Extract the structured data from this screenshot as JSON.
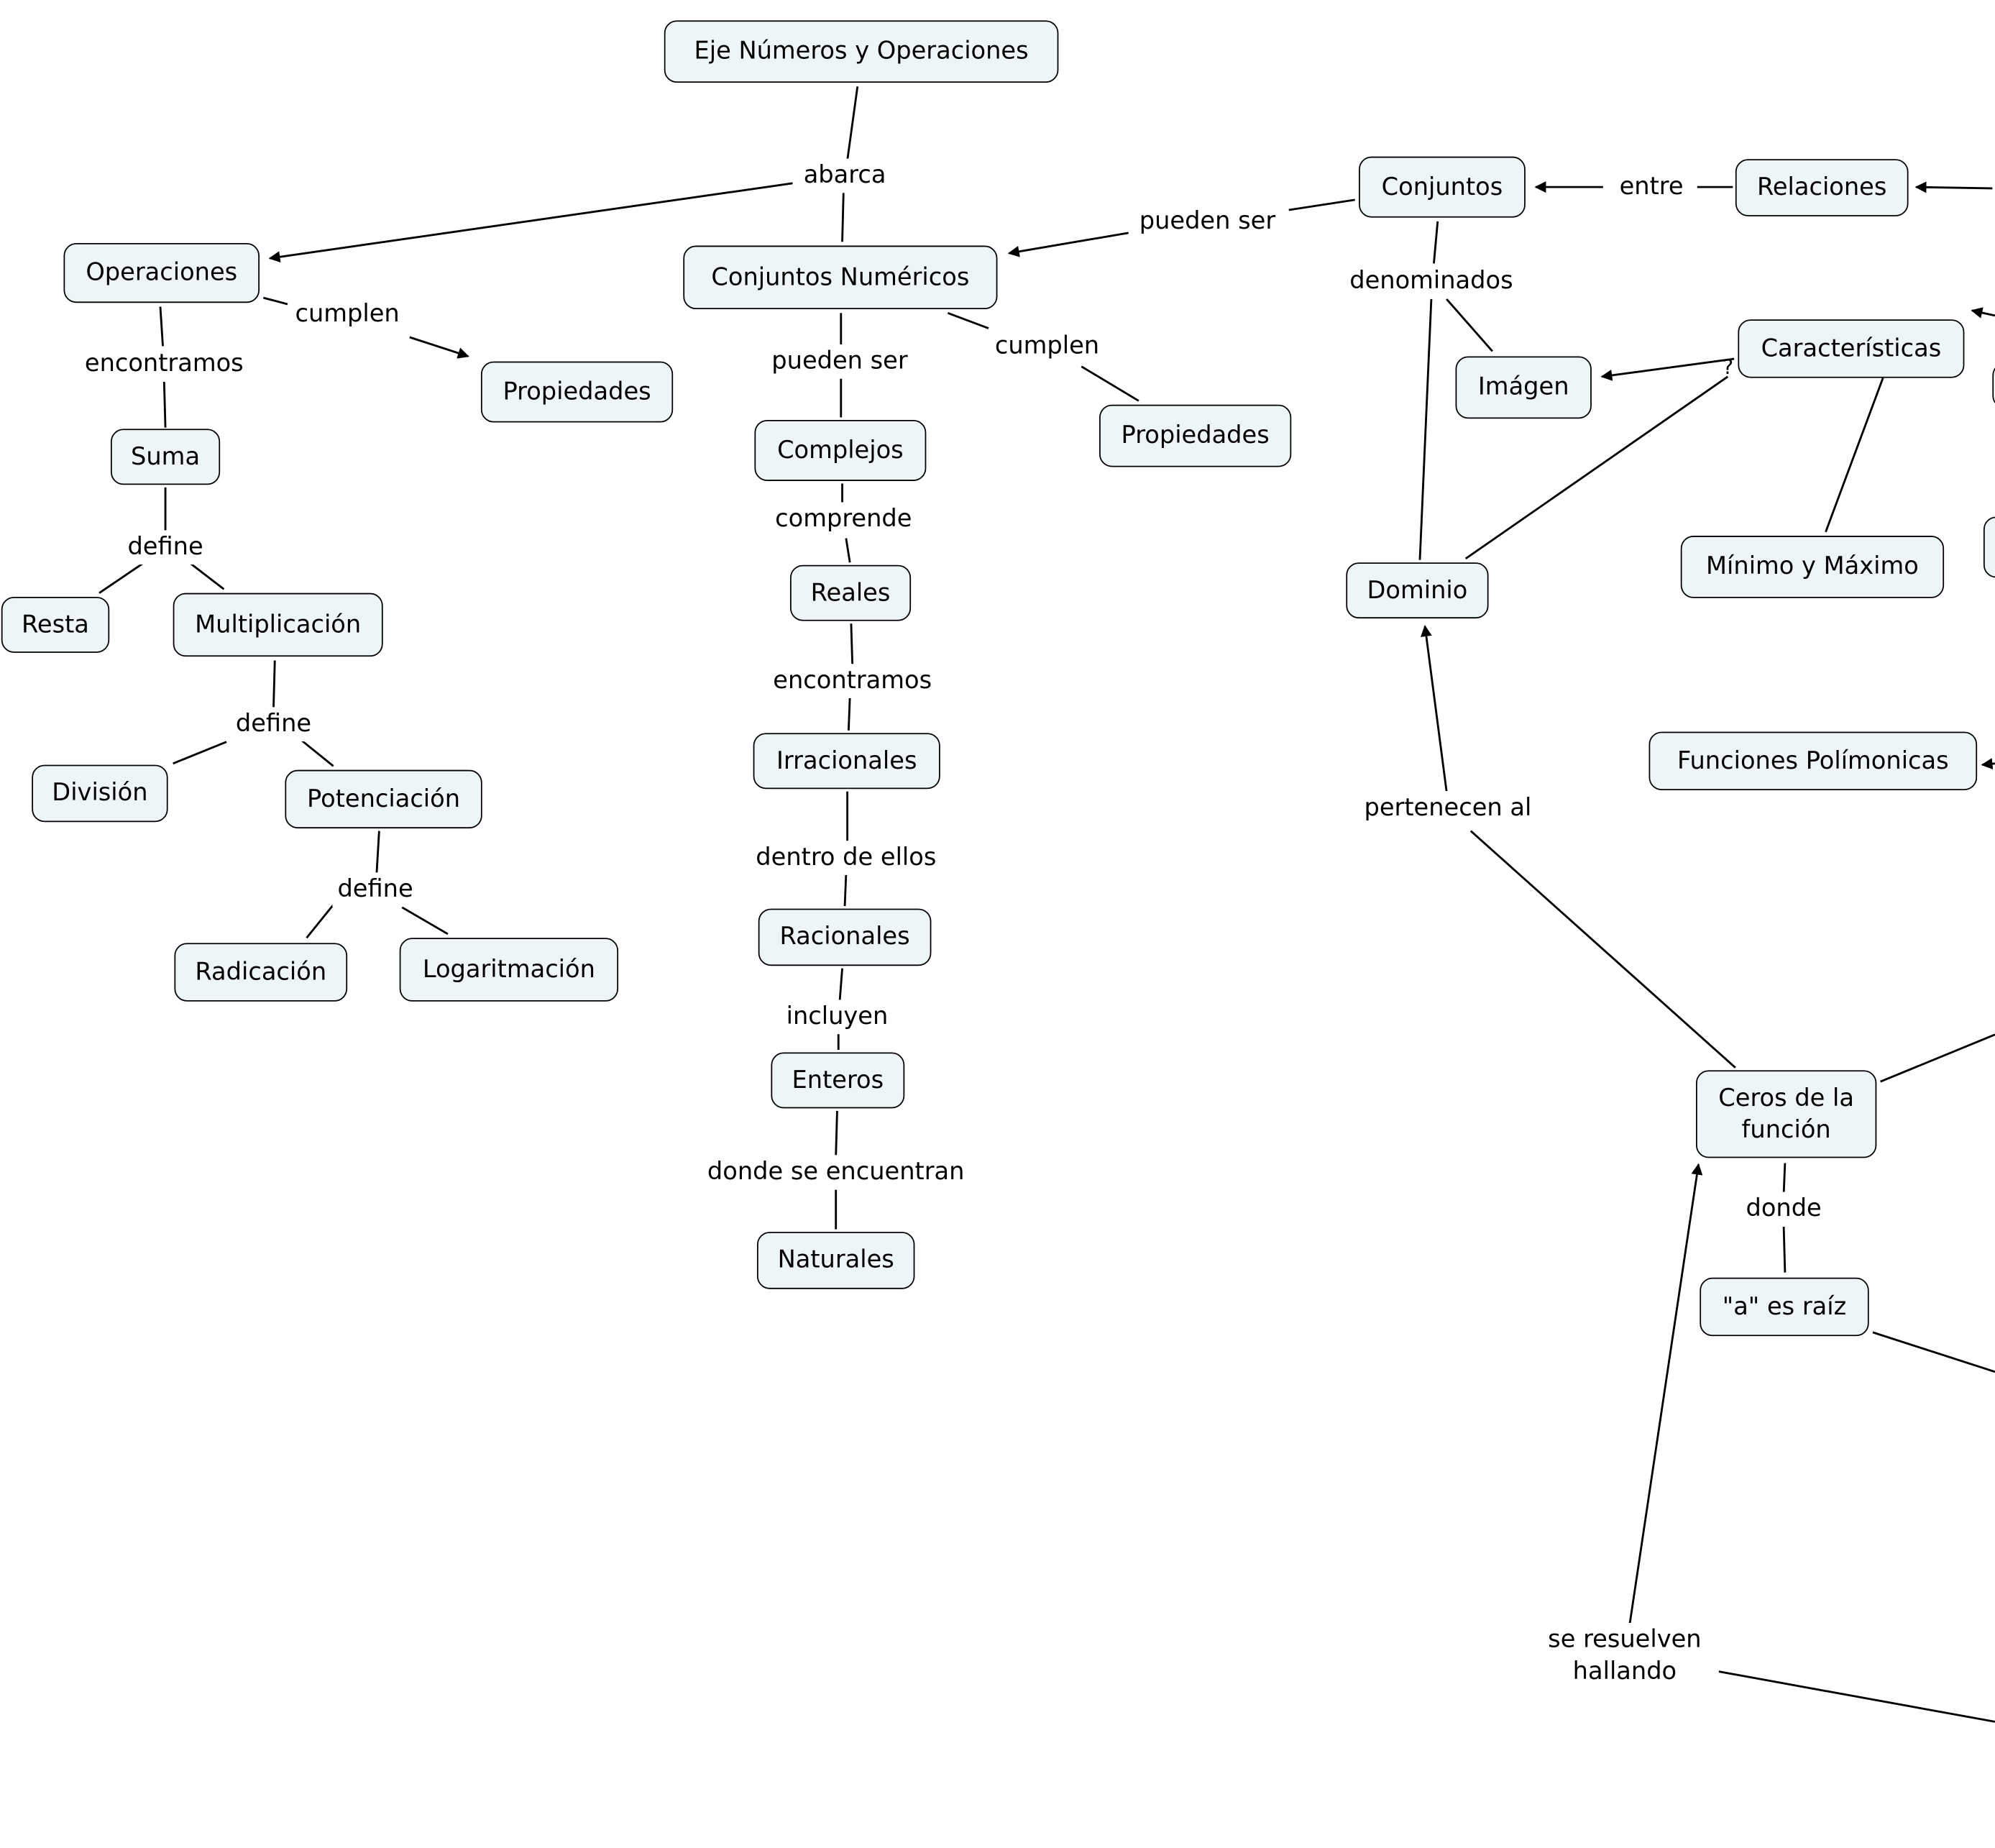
{
  "nodes": {
    "eje": "Eje Números y Operaciones",
    "operaciones": "Operaciones",
    "propiedades_ops": "Propiedades",
    "suma": "Suma",
    "resta": "Resta",
    "multiplicacion": "Multiplicación",
    "division": "División",
    "potenciacion": "Potenciación",
    "radicacion": "Radicación",
    "logaritmacion": "Logaritmación",
    "conjuntos_numericos": "Conjuntos Numéricos",
    "propiedades_cn": "Propiedades",
    "complejos": "Complejos",
    "reales": "Reales",
    "irracionales": "Irracionales",
    "racionales": "Racionales",
    "enteros": "Enteros",
    "naturales": "Naturales",
    "conjuntos": "Conjuntos",
    "relaciones": "Relaciones",
    "imagen": "Imágen",
    "caracteristicas": "Características",
    "minimo_maximo": "Mínimo y Máximo",
    "dominio": "Dominio",
    "funciones_polimonicas": "Funciones Polímonicas",
    "ceros": "Ceros de la función",
    "a_es_raiz": "\"a\" es raíz"
  },
  "links": {
    "abarca": "abarca",
    "cumplen_ops": "cumplen",
    "encontramos_ops": "encontramos",
    "define_1": "define",
    "define_2": "define",
    "define_3": "define",
    "pueden_ser_cn": "pueden ser",
    "cumplen_cn": "cumplen",
    "comprende": "comprende",
    "encontramos_reales": "encontramos",
    "dentro_de_ellos": "dentro de ellos",
    "incluyen": "incluyen",
    "donde_se_encuentran": "donde se encuentran",
    "pueden_ser_conj": "pueden ser",
    "entre": "entre",
    "denominados": "denominados",
    "pertenecen_al": "pertenecen al",
    "donde": "donde",
    "se_resuelven": "se resuelven hallando"
  },
  "question_mark": "?"
}
